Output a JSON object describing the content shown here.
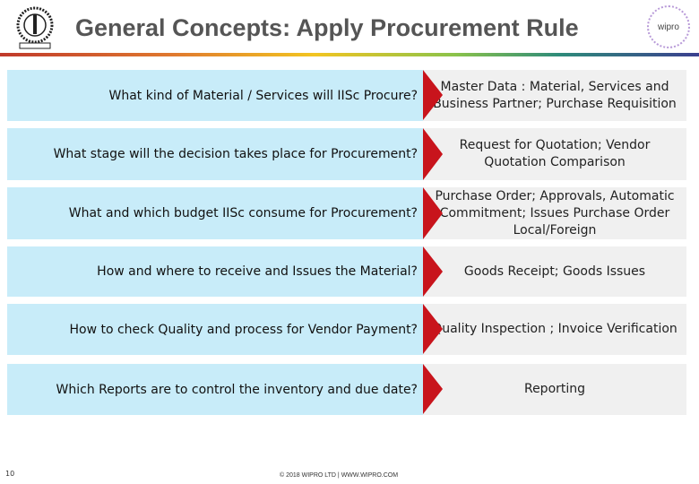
{
  "header": {
    "title": "General Concepts: Apply Procurement Rule",
    "right_logo_text": "wipro"
  },
  "rows": [
    {
      "question": "What kind of Material / Services will IISc Procure?",
      "answer": "Master Data : Material, Services and Business Partner; Purchase Requisition"
    },
    {
      "question": "What stage will the decision takes place for Procurement?",
      "answer": "Request for Quotation; Vendor Quotation Comparison"
    },
    {
      "question": "What and which budget IISc consume for Procurement?",
      "answer": "Purchase Order; Approvals, Automatic Commitment; Issues Purchase Order Local/Foreign"
    },
    {
      "question": "How and where to receive and Issues the Material?",
      "answer": "Goods Receipt; Goods Issues"
    },
    {
      "question": "How to check Quality and process for Vendor Payment?",
      "answer": "Quality Inspection ; Invoice Verification"
    },
    {
      "question": "Which Reports are to control the inventory and due date?",
      "answer": "Reporting"
    }
  ],
  "footer": {
    "page_number": "10",
    "copyright": "© 2018 WIPRO LTD | WWW.WIPRO.COM"
  },
  "colors": {
    "question_bg": "#c8ecf9",
    "answer_bg": "#f0f0f0",
    "arrow": "#c8141c"
  }
}
